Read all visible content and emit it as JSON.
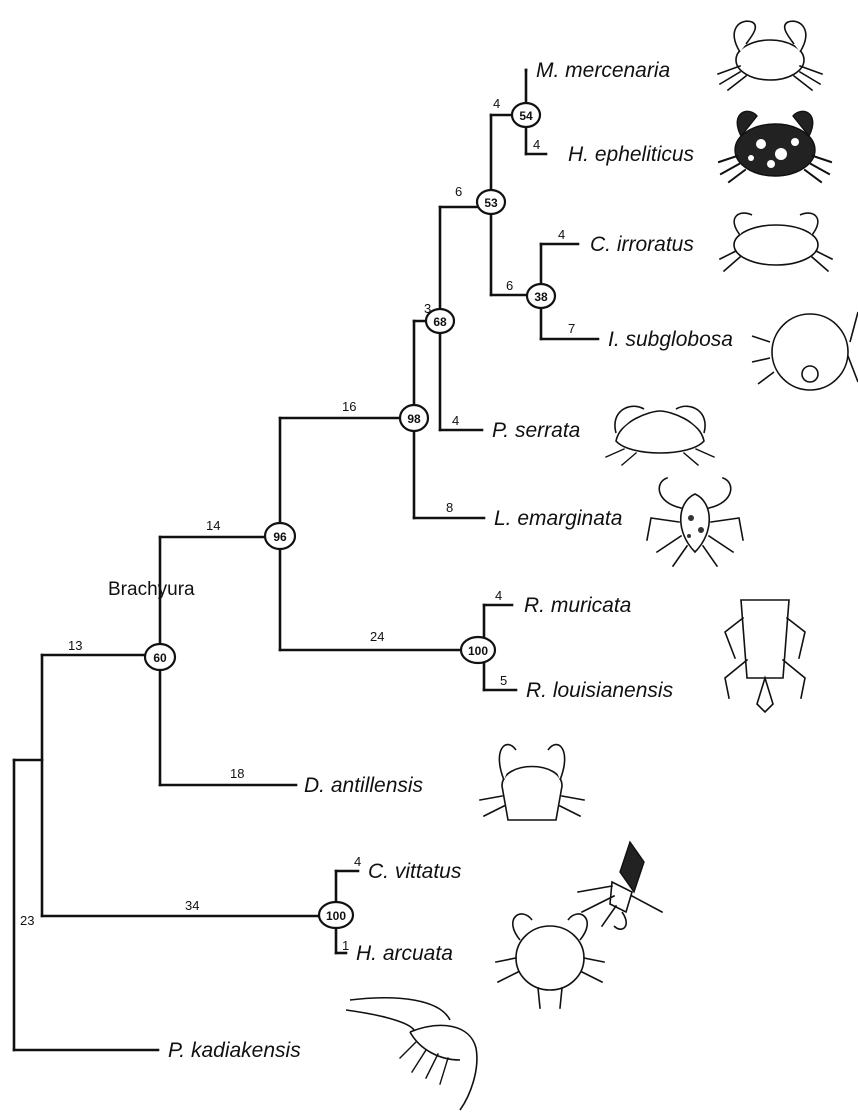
{
  "clade_label": "Brachyura",
  "taxa": {
    "m_mercenaria": "M. mercenaria",
    "h_epheliticus": "H. epheliticus",
    "c_irroratus": "C. irroratus",
    "i_subglobosa": "I. subglobosa",
    "p_serrata": "P. serrata",
    "l_emarginata": "L. emarginata",
    "r_muricata": "R. muricata",
    "r_louisianensis": "R. louisianensis",
    "d_antillensis": "D. antillensis",
    "c_vittatus": "C. vittatus",
    "h_arcuata": "H. arcuata",
    "p_kadiakensis": "P. kadiakensis"
  },
  "branch_lengths": {
    "root_to_outgroup": "23",
    "root_to_crabs": "13",
    "to_anomura": "34",
    "to_c_vittatus": "4",
    "to_h_arcuata": "1",
    "to_d_antillensis": "18",
    "to_n96": "14",
    "to_raninidae": "24",
    "to_r_muricata": "4",
    "to_r_louisianensis": "5",
    "to_n98": "16",
    "to_l_emarginata": "8",
    "to_n68": "3",
    "to_p_serrata": "4",
    "to_n53": "6",
    "to_n54": "4",
    "to_m_mercenaria": "",
    "to_h_epheliticus": "4",
    "to_n38": "6",
    "to_c_irroratus": "4",
    "to_i_subglobosa": "7"
  },
  "bootstrap": {
    "n60": "60",
    "n100_anomura": "100",
    "n96": "96",
    "n100_ranina": "100",
    "n98": "98",
    "n68": "68",
    "n53": "53",
    "n54": "54",
    "n38": "38"
  },
  "illustration_icons": [
    "crab-icon",
    "spotted-crab-icon",
    "crab-icon",
    "round-crab-icon",
    "crab-icon",
    "spider-crab-icon",
    "frog-crab-icon",
    "crab-icon",
    "hermit-crab-icon",
    "crab-icon",
    "shrimp-icon"
  ]
}
